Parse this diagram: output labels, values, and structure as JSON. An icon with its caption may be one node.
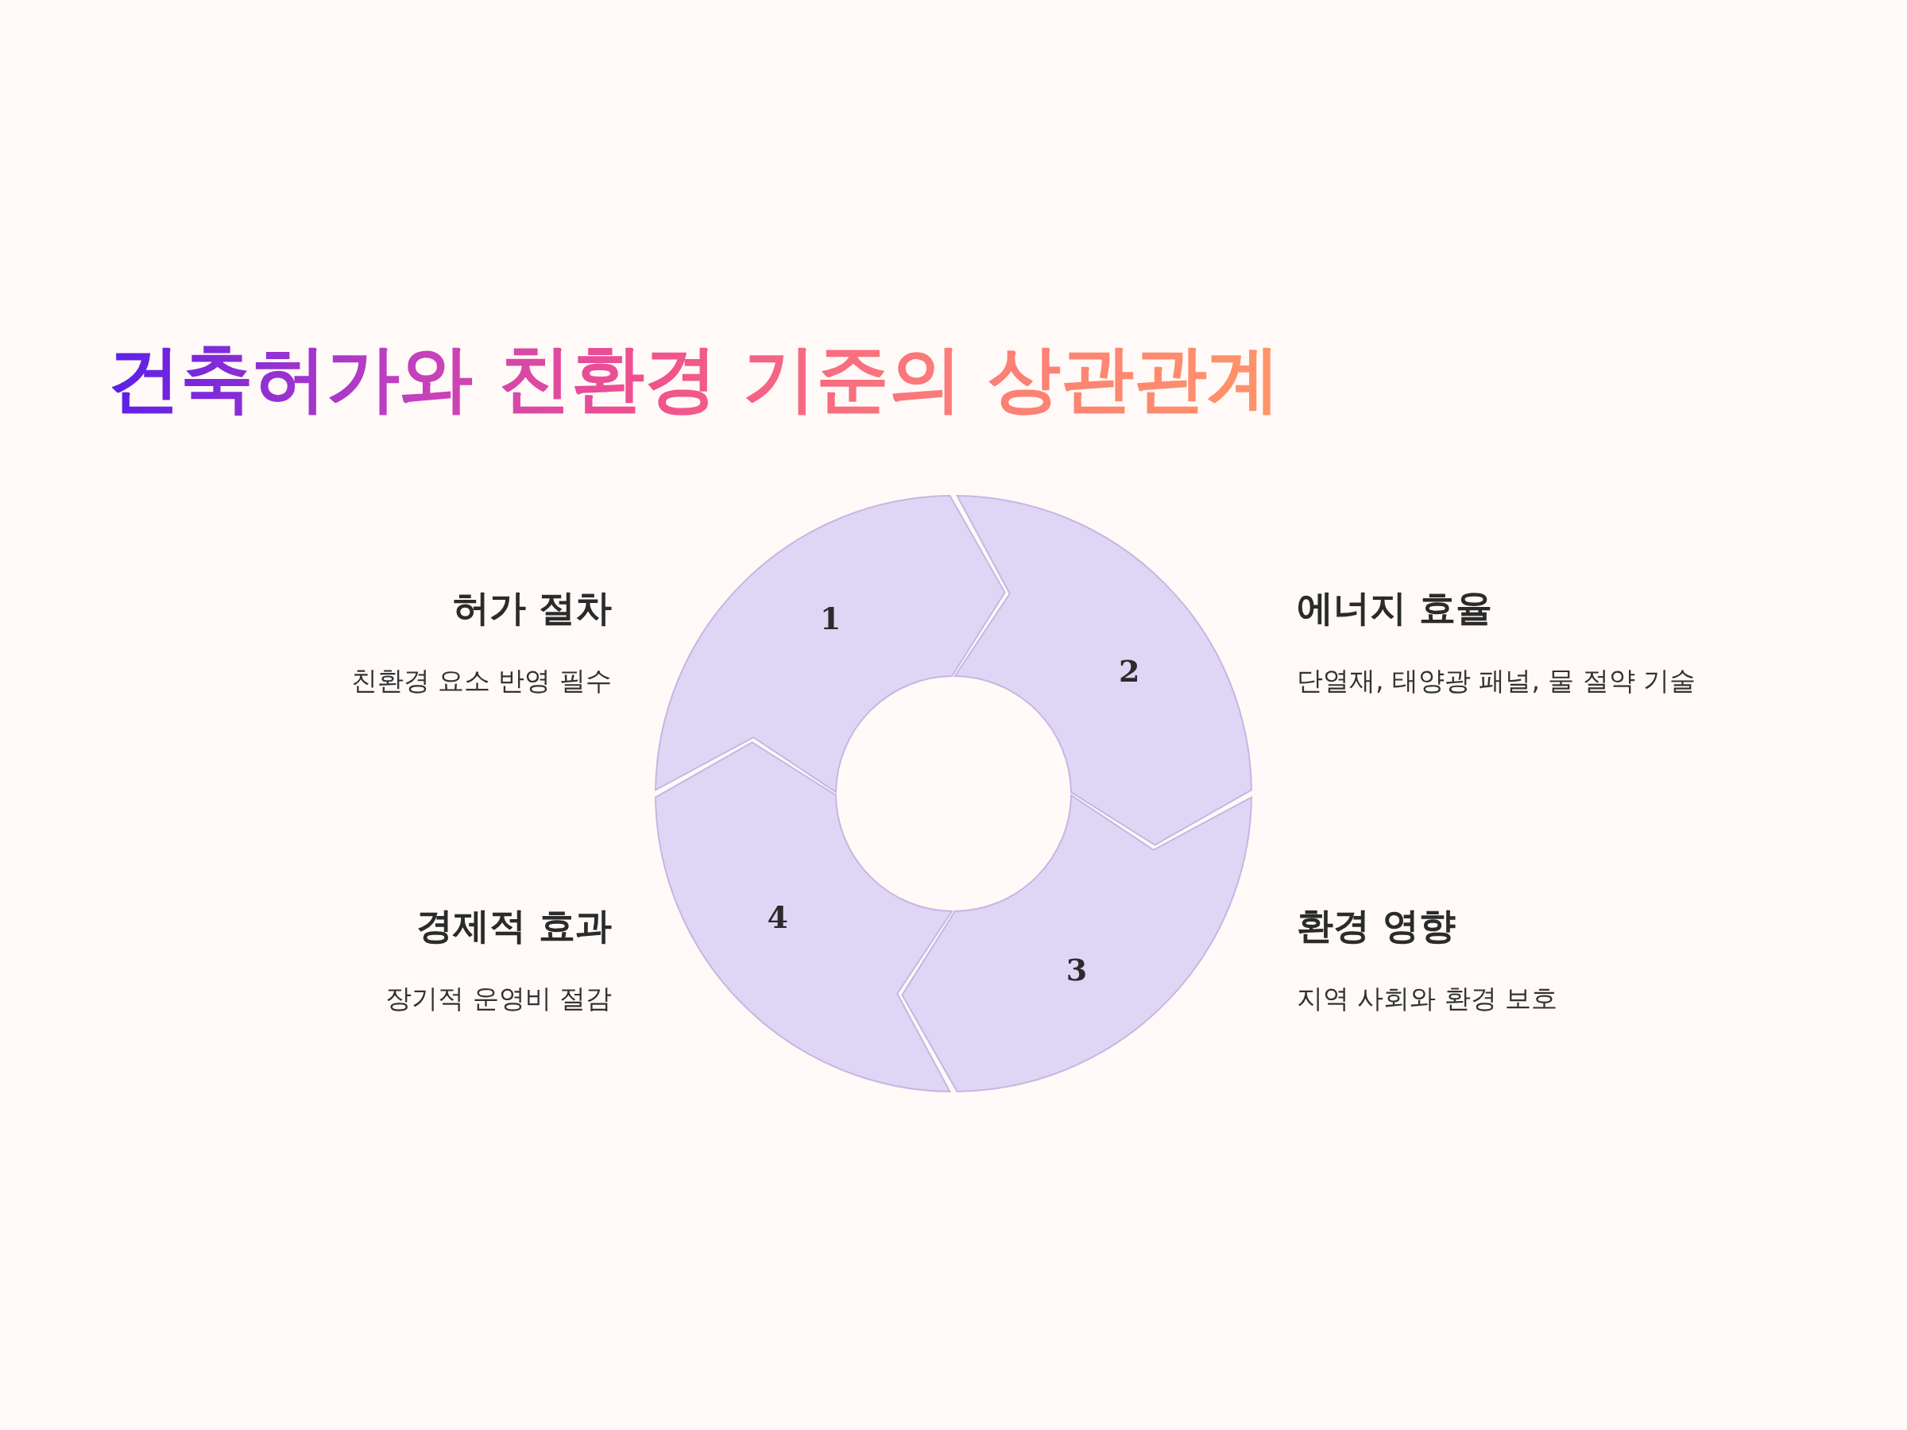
{
  "diagram": {
    "title": "건축허가와 친환경 기준의 상관관계",
    "nodes": [
      {
        "text": [
          "1"
        ],
        "beside": [
          "허가 절차",
          "친환경 요소 반영 필수"
        ]
      },
      {
        "text": [
          "2"
        ],
        "beside": [
          "에너지 효율",
          "단열재, 태양광 패널, 물 절약 기술"
        ]
      },
      {
        "text": [
          "3"
        ],
        "beside": [
          "환경 영향",
          "지역 사회와 환경 보호"
        ]
      },
      {
        "text": [
          "4"
        ],
        "beside": [
          "경제적 효과",
          "장기적 운영비 절감"
        ]
      }
    ]
  }
}
